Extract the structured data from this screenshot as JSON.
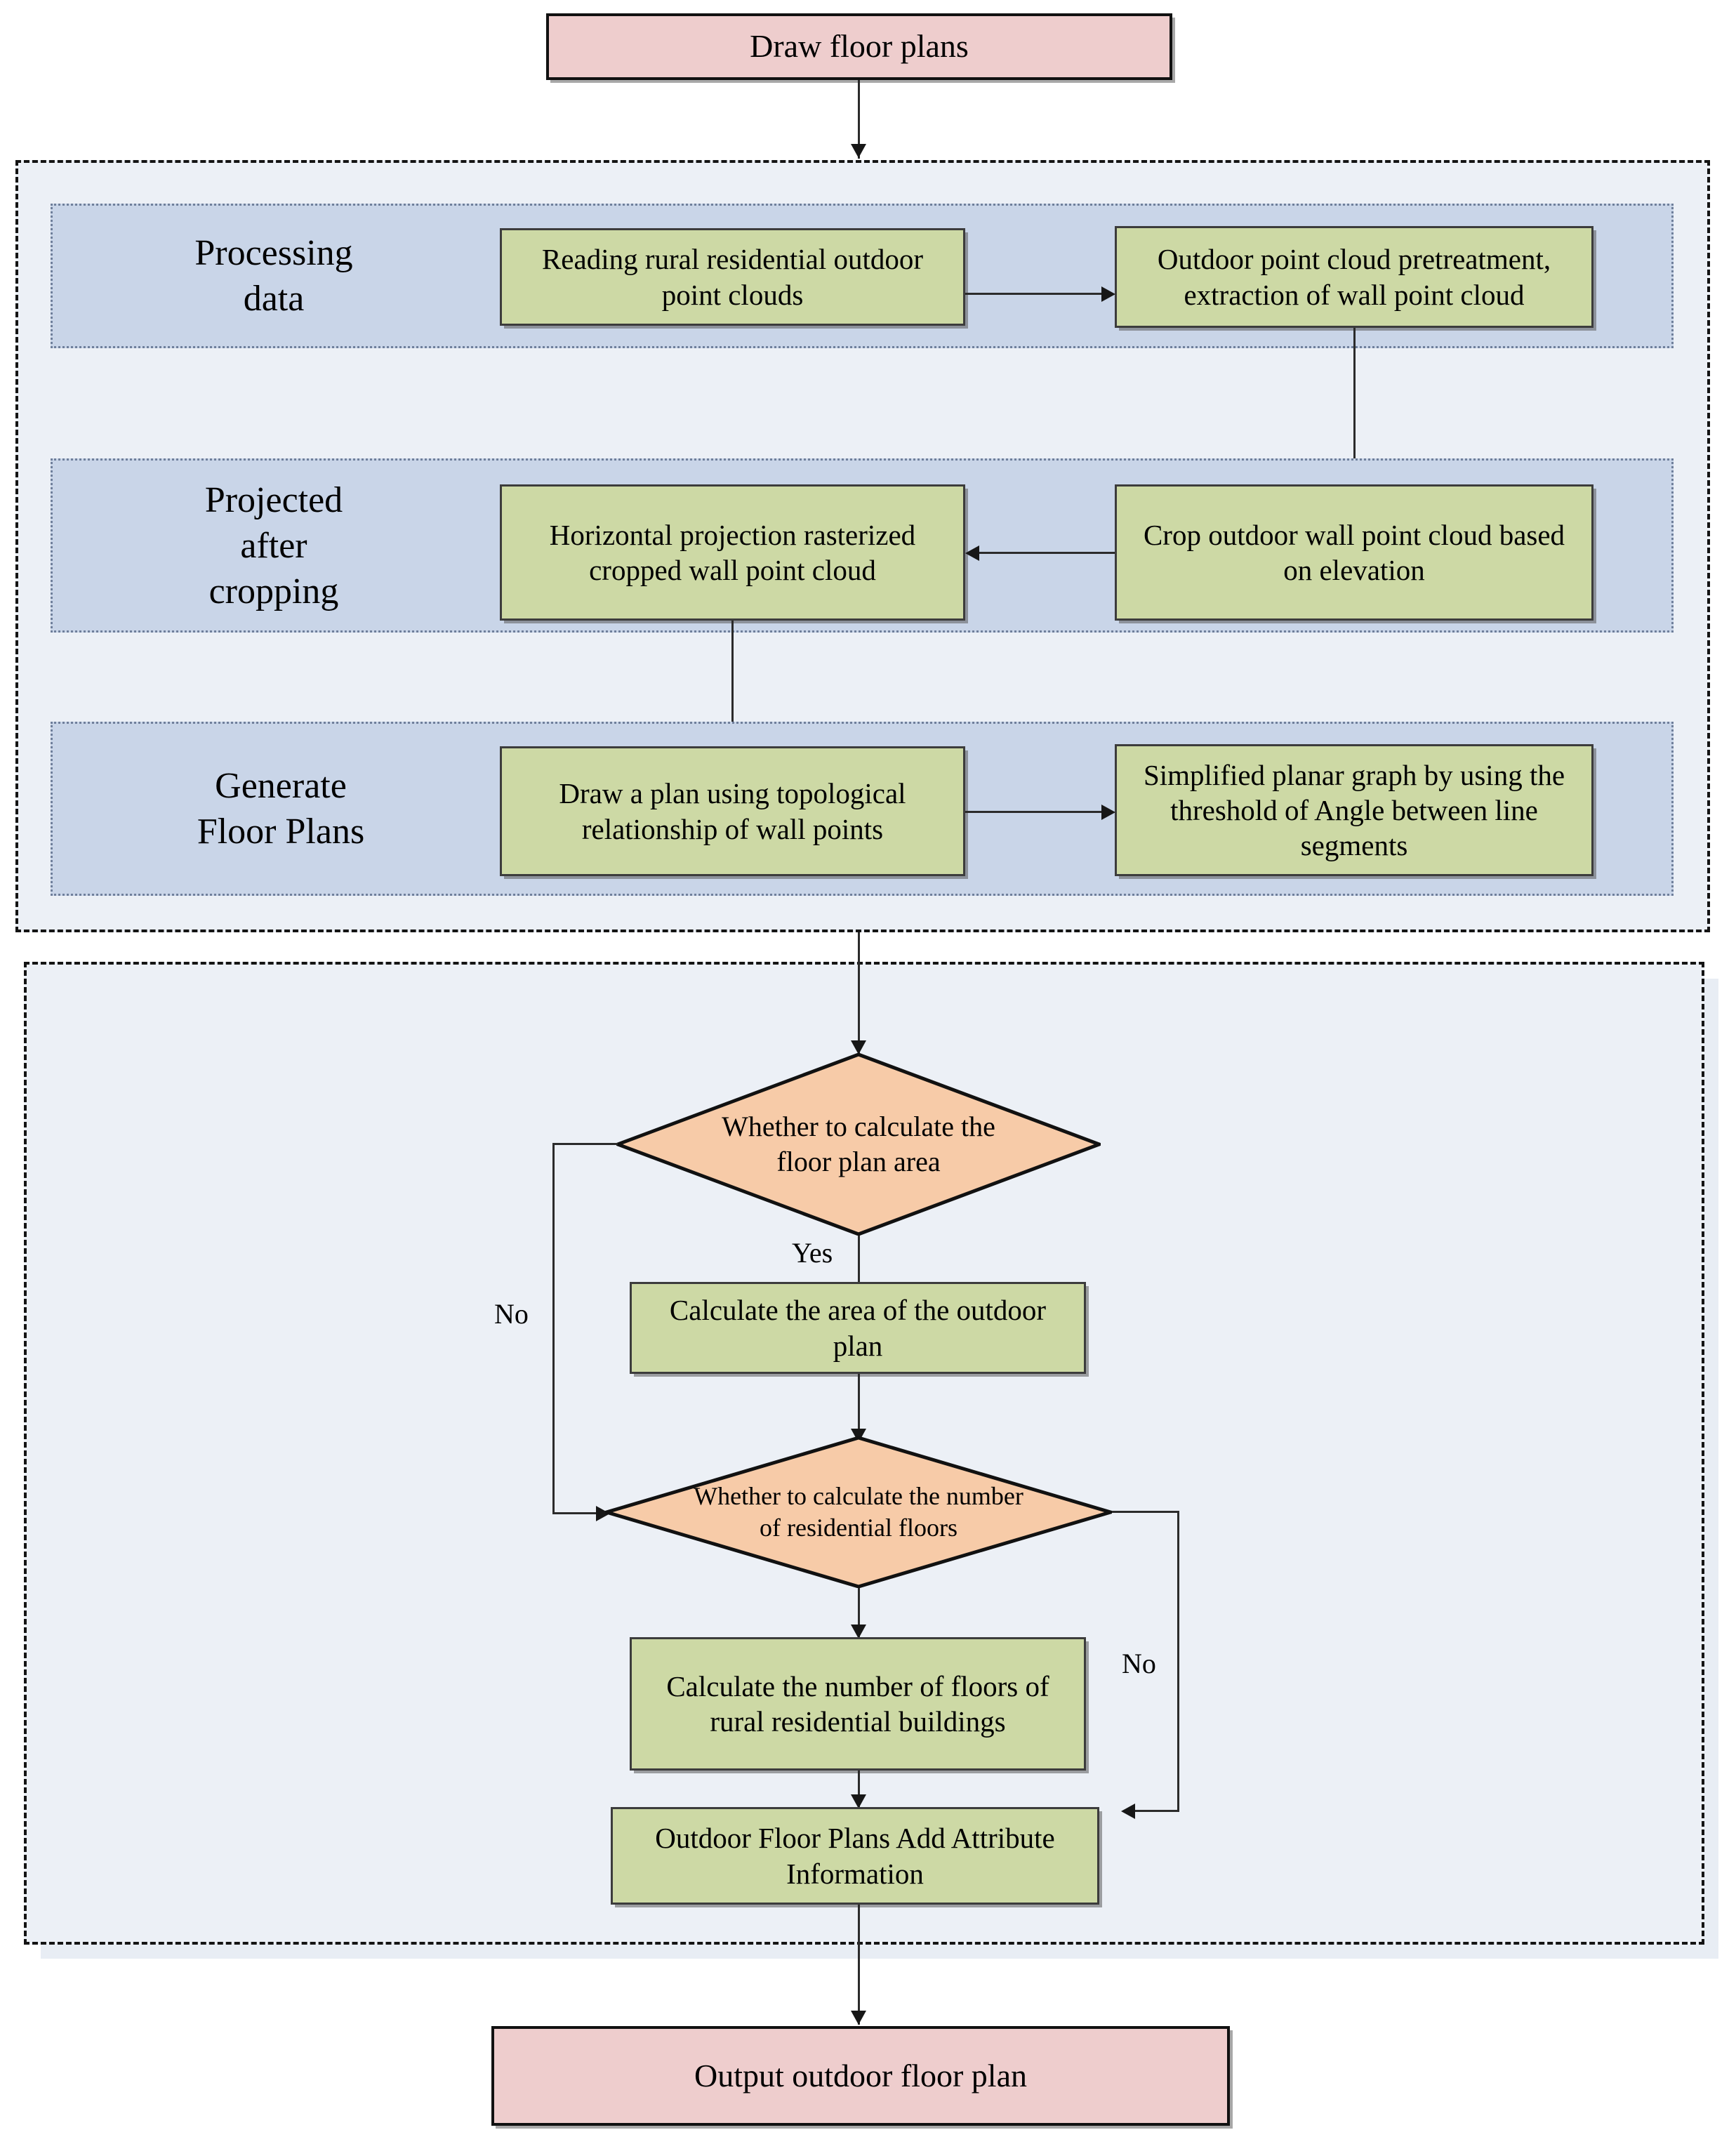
{
  "diagram": {
    "title": "Outdoor floor plan generation flowchart",
    "colors": {
      "process_fill": "#cdd9a5",
      "terminator_fill": "#eecdcd",
      "decision_fill": "#f7cba8",
      "band_fill": "#c9d5e8",
      "group_fill": "#ecf0f6",
      "stroke": "#2b2b2b"
    }
  },
  "start": {
    "label": "Draw floor plans"
  },
  "end": {
    "label": "Output outdoor floor plan"
  },
  "stage_groups": [
    {
      "band_label": "Processing\ndata",
      "band_label_line1": "Processing",
      "band_label_line2": "data",
      "steps": [
        {
          "label": "Reading rural residential outdoor point clouds"
        },
        {
          "label": "Outdoor point cloud pretreatment, extraction of wall point cloud"
        }
      ]
    },
    {
      "band_label_line1": "Projected",
      "band_label_line2": "after",
      "band_label_line3": "cropping",
      "steps": [
        {
          "label": "Horizontal projection rasterized cropped wall point cloud"
        },
        {
          "label": "Crop outdoor wall point cloud based on elevation"
        }
      ]
    },
    {
      "band_label_line1": "Generate",
      "band_label_line2": "Floor Plans",
      "steps": [
        {
          "label": "Draw a plan using topological relationship of wall points"
        },
        {
          "label": "Simplified planar graph by using the threshold of Angle between line segments"
        }
      ]
    }
  ],
  "decisions": [
    {
      "label": "Whether to calculate the floor plan area",
      "yes_label": "Yes",
      "no_label": "No"
    },
    {
      "label": "Whether to calculate the number of residential floors",
      "no_label": "No"
    }
  ],
  "lower_steps": [
    {
      "label": "Calculate the area of the outdoor plan"
    },
    {
      "label": "Calculate the number of floors of rural residential buildings"
    },
    {
      "label": "Outdoor Floor Plans Add Attribute Information"
    }
  ]
}
